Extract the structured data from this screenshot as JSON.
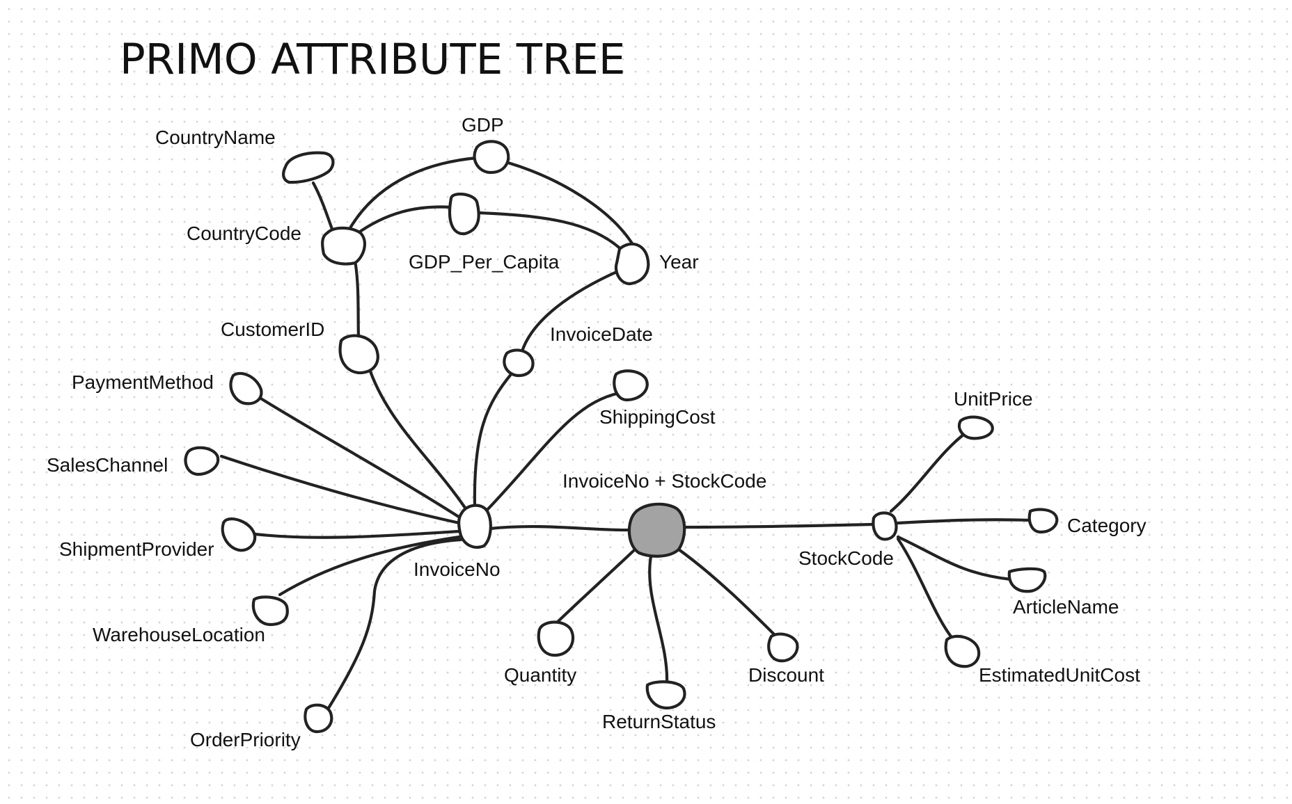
{
  "title": "PRIMO ATTRIBUTE TREE",
  "colors": {
    "line": "#222222",
    "node_fill": "#ffffff",
    "root_fill": "#a3a3a3",
    "background": "#ffffff",
    "grid_dots": "#d4d4d4"
  },
  "nodes": {
    "root": "InvoiceNo + StockCode",
    "invoiceno": "InvoiceNo",
    "stockcode": "StockCode",
    "customerid": "CustomerID",
    "countrycode": "CountryCode",
    "countryname": "CountryName",
    "gdp": "GDP",
    "gdp_per_capita": "GDP_Per_Capita",
    "year": "Year",
    "invoicedate": "InvoiceDate",
    "shippingcost": "ShippingCost",
    "paymentmethod": "PaymentMethod",
    "saleschannel": "SalesChannel",
    "shipmentprovider": "ShipmentProvider",
    "warehouselocation": "WarehouseLocation",
    "orderpriority": "OrderPriority",
    "quantity": "Quantity",
    "returnstatus": "ReturnStatus",
    "discount": "Discount",
    "unitprice": "UnitPrice",
    "category": "Category",
    "articlename": "ArticleName",
    "estimatedunitcost": "EstimatedUnitCost"
  }
}
